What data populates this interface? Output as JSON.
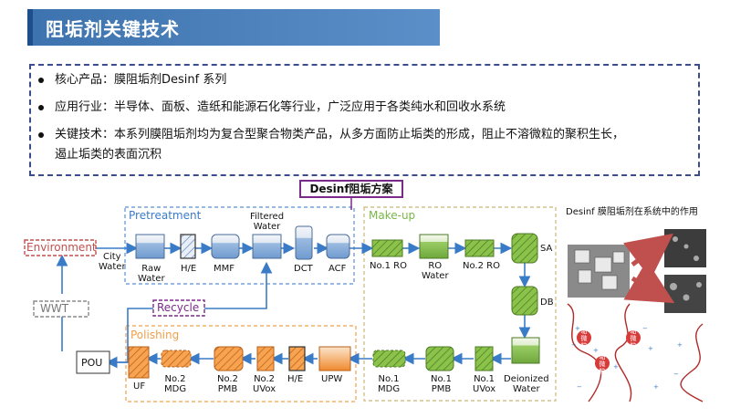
{
  "header": {
    "title": "阻垢剂关键技术"
  },
  "info": {
    "bullets": [
      "核心产品：膜阻垢剂Desinf 系列",
      "应用行业：半导体、面板、造纸和能源石化等行业，广泛应用于各类纯水和回收水系统",
      "关键技术：本系列膜阻垢剂均为复合型聚合物类产品，从多方面防止垢类的形成，阻止不溶微粒的聚积生长，",
      "遏止垢类的表面沉积"
    ]
  },
  "diagram": {
    "tag": "Desinf阻垢方案",
    "sections": {
      "pretreatment": "Pretreatment",
      "makeup": "Make-up",
      "polishing": "Polishing"
    },
    "nodes": {
      "environment": "Environment",
      "city_water": "City\nWater",
      "raw_water": "Raw\nWater",
      "he1": "H/E",
      "mmf": "MMF",
      "filtered_water": "Filtered\nWater",
      "dct": "DCT",
      "acf": "ACF",
      "ro1": "No.1 RO",
      "ro_water": "RO\nWater",
      "ro2": "No.2 RO",
      "sa": "SA",
      "db": "DB",
      "deionized": "Deionized\nWater",
      "uvox1": "No.1\nUVox",
      "pmb1": "No.1\nPMB",
      "mdg1": "No.1\nMDG",
      "upw": "UPW",
      "he2": "H/E",
      "uvox2": "No.2\nUVox",
      "pmb2": "No.2\nPMB",
      "mdg2": "No.2\nMDG",
      "uf": "UF",
      "pou": "POU",
      "wwt": "WWT",
      "recycle": "Recycle"
    },
    "right_panel": {
      "title": "Desinf 膜阻垢剂在系统中的作用",
      "particle_label": "垢微粒"
    },
    "colors": {
      "blue": "#3a7bc8",
      "green": "#7ab648",
      "orange": "#f0a04b",
      "red": "#c0504d",
      "purple": "#7b2a8a",
      "title": "#3d73ae"
    }
  }
}
